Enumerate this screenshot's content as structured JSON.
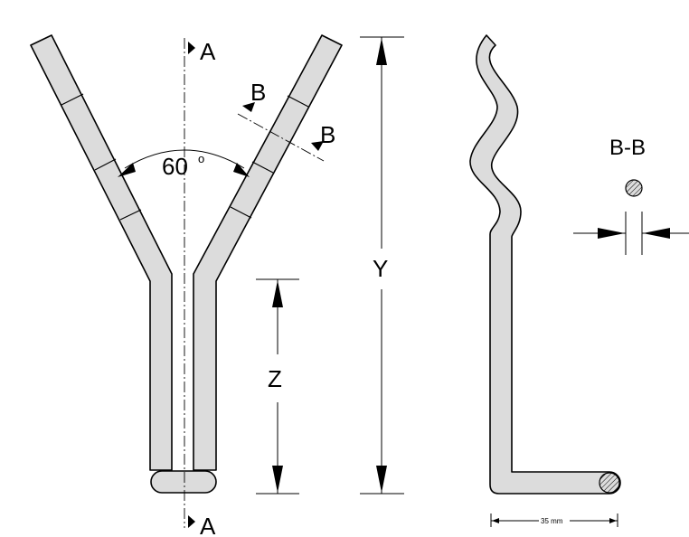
{
  "labels": {
    "section_a_top": "A",
    "section_a_bottom": "A",
    "section_b_upper": "B",
    "section_b_lower": "B",
    "angle": "60",
    "degree_mark": "o",
    "dim_overall_height": "Y",
    "dim_stem_length": "Z",
    "section_title": "B-B",
    "width_dimension": "35 mm"
  }
}
